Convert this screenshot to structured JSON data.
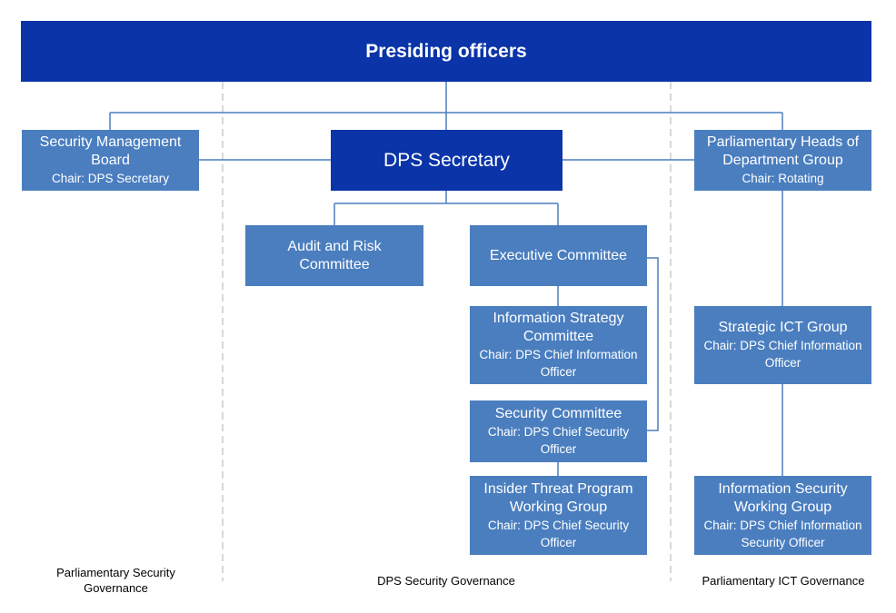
{
  "diagram": {
    "top": {
      "title": "Presiding officers"
    },
    "secretary": {
      "title": "DPS Secretary"
    },
    "security_management_board": {
      "title": "Security Management Board",
      "chair": "Chair: DPS Secretary"
    },
    "parliamentary_heads": {
      "title": "Parliamentary Heads of Department Group",
      "chair": "Chair: Rotating"
    },
    "audit_risk": {
      "title": "Audit and Risk Committee"
    },
    "executive": {
      "title": "Executive Committee"
    },
    "info_strategy": {
      "title": "Information Strategy Committee",
      "chair": "Chair: DPS Chief Information Officer"
    },
    "security_committee": {
      "title": "Security Committee",
      "chair": "Chair: DPS Chief Security Officer"
    },
    "insider_threat": {
      "title": "Insider Threat Program Working Group",
      "chair": "Chair: DPS Chief Security Officer"
    },
    "strategic_ict": {
      "title": "Strategic ICT Group",
      "chair": "Chair: DPS Chief Information Officer"
    },
    "info_security_wg": {
      "title": "Information Security Working Group",
      "chair": "Chair: DPS Chief Information Security Officer"
    },
    "zones": {
      "left": "Parliamentary Security Governance",
      "center": "DPS Security Governance",
      "right": "Parliamentary ICT Governance"
    }
  },
  "colors": {
    "dark_box": "#0a34a8",
    "light_box": "#4a7ebf",
    "connector": "#4a7ebf",
    "divider": "#b0b0b0"
  }
}
